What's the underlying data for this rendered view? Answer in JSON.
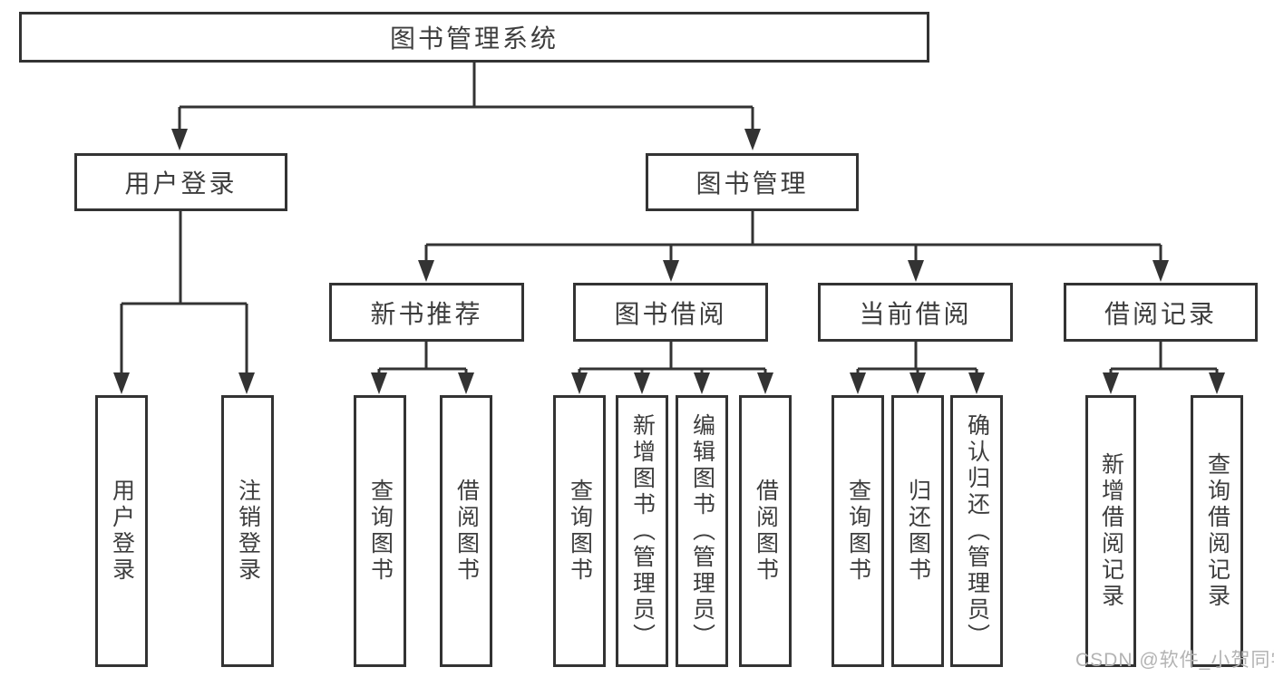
{
  "colors": {
    "line": "#333333",
    "box_border": "#333333",
    "text": "#3d3d3d",
    "background": "#ffffff",
    "watermark": "#b3b3b3"
  },
  "tree": {
    "root": {
      "label": "图书管理系统"
    },
    "branches": [
      {
        "label": "用户登录",
        "children": [
          {
            "label": "用户登录"
          },
          {
            "label": "注销登录"
          }
        ]
      },
      {
        "label": "图书管理",
        "sections": [
          {
            "label": "新书推荐",
            "children": [
              {
                "label": "查询图书"
              },
              {
                "label": "借阅图书"
              }
            ]
          },
          {
            "label": "图书借阅",
            "children": [
              {
                "label": "查询图书"
              },
              {
                "label": "新增图书（管理员）"
              },
              {
                "label": "编辑图书（管理员）"
              },
              {
                "label": "借阅图书"
              }
            ]
          },
          {
            "label": "当前借阅",
            "children": [
              {
                "label": "查询图书"
              },
              {
                "label": "归还图书"
              },
              {
                "label": "确认归还（管理员）"
              }
            ]
          },
          {
            "label": "借阅记录",
            "children": [
              {
                "label": "新增借阅记录"
              },
              {
                "label": "查询借阅记录"
              }
            ]
          }
        ]
      }
    ]
  },
  "watermark": {
    "text": "CSDN @软件_小贺同学"
  }
}
